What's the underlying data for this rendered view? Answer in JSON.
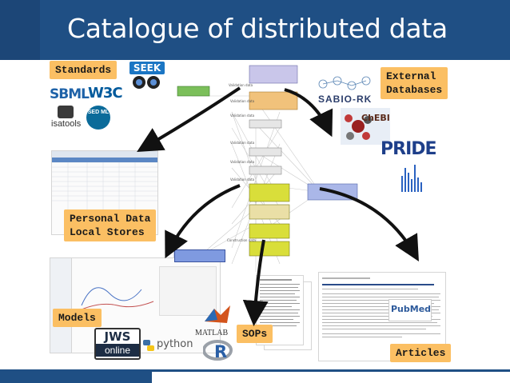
{
  "slide": {
    "title": "Catalogue of distributed data"
  },
  "labels": {
    "standards": "Standards",
    "external_databases": "External\nDatabases",
    "personal_data": "Personal Data\nLocal Stores",
    "models": "Models",
    "sops": "SOPs",
    "articles": "Articles"
  },
  "logos": {
    "seek": "SEEK",
    "sbml": "SBML",
    "w3c": "W3C",
    "isatools": "isatools",
    "sedml": "SED ML",
    "sabio": "SABIO-RK",
    "chebi": "ChEBI",
    "pride": "PRIDE",
    "pubmed": "PubMed",
    "jws": "JWS",
    "jws_sub": "online",
    "python": "python",
    "matlab": "MATLAB",
    "r": "R"
  },
  "colors": {
    "header": "#1f4f84",
    "label_bg": "#fbbf63",
    "arrow": "#111111"
  }
}
